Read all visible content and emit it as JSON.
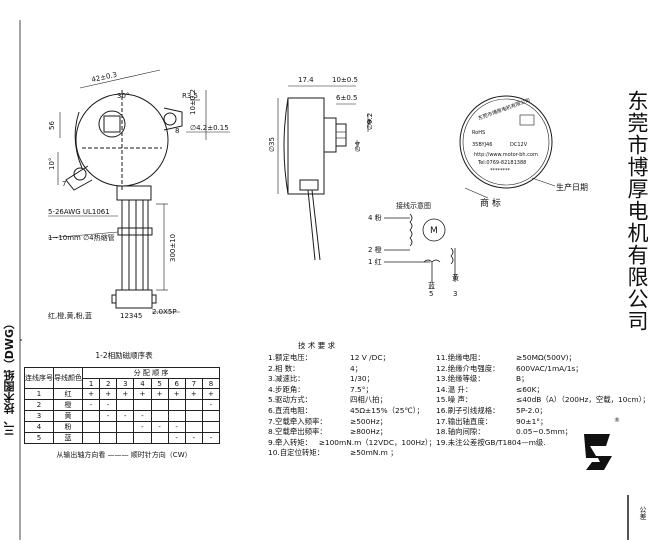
{
  "side_label": "三、技术图纸（DWG）",
  "company_name": "东莞市博厚电机有限公司",
  "bottom_right_label": "公差",
  "front_view": {
    "dims": [
      "42±0.3",
      "30°",
      "R3.5",
      "10±0.2",
      "8",
      "∅4.2±0.15",
      "56",
      "10°",
      "7"
    ],
    "lead_wire": "5-26AWG UL1061",
    "sleeve": "1~10mm ∅4热缩管",
    "lead_length": "300±10",
    "connector": "2.0X5P",
    "pin_numbers": "12345",
    "wire_colors": "红,橙,黄,粉,蓝"
  },
  "side_view": {
    "dims": [
      "17.4",
      "10±0.5",
      "6±0.5",
      "∅35",
      "∅4",
      "∅9.2",
      "3"
    ]
  },
  "label_view": {
    "brand": "东莞市博厚电机有限公司",
    "rohs": "RoHS",
    "model": "35BYJ46",
    "voltage": "DC12V",
    "url": "http://www.motor-bh.com",
    "tel": "Tel:0769-82181388",
    "code": "********",
    "production_date": "生产日期",
    "trademark": "商     标"
  },
  "wiring_diagram": {
    "title": "接线示意图",
    "labels": [
      "4  粉",
      "2  橙",
      "1  红",
      "蓝",
      "5",
      "黄",
      "3"
    ],
    "motor_symbol": "M"
  },
  "wiring_table": {
    "title": "1-2相励磁顺序表",
    "headers": [
      "连线序号",
      "导线颜色",
      "分 配 顺 序"
    ],
    "steps": [
      "1",
      "2",
      "3",
      "4",
      "5",
      "6",
      "7",
      "8"
    ],
    "rows": [
      {
        "no": "1",
        "color": "红",
        "cells": [
          "+",
          "+",
          "+",
          "+",
          "+",
          "+",
          "+",
          "+"
        ]
      },
      {
        "no": "2",
        "color": "橙",
        "cells": [
          "-",
          "-",
          "",
          "",
          "",
          "",
          "",
          "-"
        ]
      },
      {
        "no": "3",
        "color": "黄",
        "cells": [
          "",
          "-",
          "-",
          "-",
          "",
          "",
          "",
          ""
        ]
      },
      {
        "no": "4",
        "color": "粉",
        "cells": [
          "",
          "",
          "",
          "-",
          "-",
          "-",
          "",
          ""
        ]
      },
      {
        "no": "5",
        "color": "蓝",
        "cells": [
          "",
          "",
          "",
          "",
          "",
          "-",
          "-",
          "-"
        ]
      }
    ],
    "direction": "从输出轴方向看 ——— 顺时针方向（CW）"
  },
  "specs": {
    "title": "技  术  要  求",
    "left": [
      {
        "label": "1.额定电压：",
        "value": "12 V /DC；"
      },
      {
        "label": "2.相      数：",
        "value": "4；"
      },
      {
        "label": "3.减速比：",
        "value": "1/30；"
      },
      {
        "label": "4.步距角：",
        "value": "7.5°；"
      },
      {
        "label": "5.驱动方式：",
        "value": "四相八拍；"
      },
      {
        "label": "6.直流电阻：",
        "value": "45Ω±15%（25℃）；"
      },
      {
        "label": "7.空载牵入频率：",
        "value": "≥500Hz；"
      },
      {
        "label": "8.空载牵出频率：",
        "value": "≥800Hz；"
      },
      {
        "label": "9.牵入转矩：",
        "value": "≥100mN.m（12VDC，100Hz）；"
      },
      {
        "label": "10.自定位转矩：",
        "value": "≥50mN.m   ；"
      }
    ],
    "right": [
      {
        "label": "11.绝缘电阻：",
        "value": "≥50MΩ(500V)；"
      },
      {
        "label": "12.绝缘介电强度：",
        "value": "600VAC/1mA/1s；"
      },
      {
        "label": "13.绝缘等级：",
        "value": "B；"
      },
      {
        "label": "14.温     升：",
        "value": "≤60K；"
      },
      {
        "label": "15.噪     声：",
        "value": "≤40dB（A）（200Hz，空载，10cm）；"
      },
      {
        "label": "16.刷子引线规格：",
        "value": "5P-2.0；"
      },
      {
        "label": "17.输出轴直度：",
        "value": "90±1°；"
      },
      {
        "label": "18.轴向间隙：",
        "value": "0.05~0.5mm；"
      },
      {
        "label": "19.未注公差按GB/T1804—m级.",
        "value": ""
      }
    ]
  },
  "colors": {
    "line": "#1a1a1a",
    "background": "#ffffff"
  }
}
